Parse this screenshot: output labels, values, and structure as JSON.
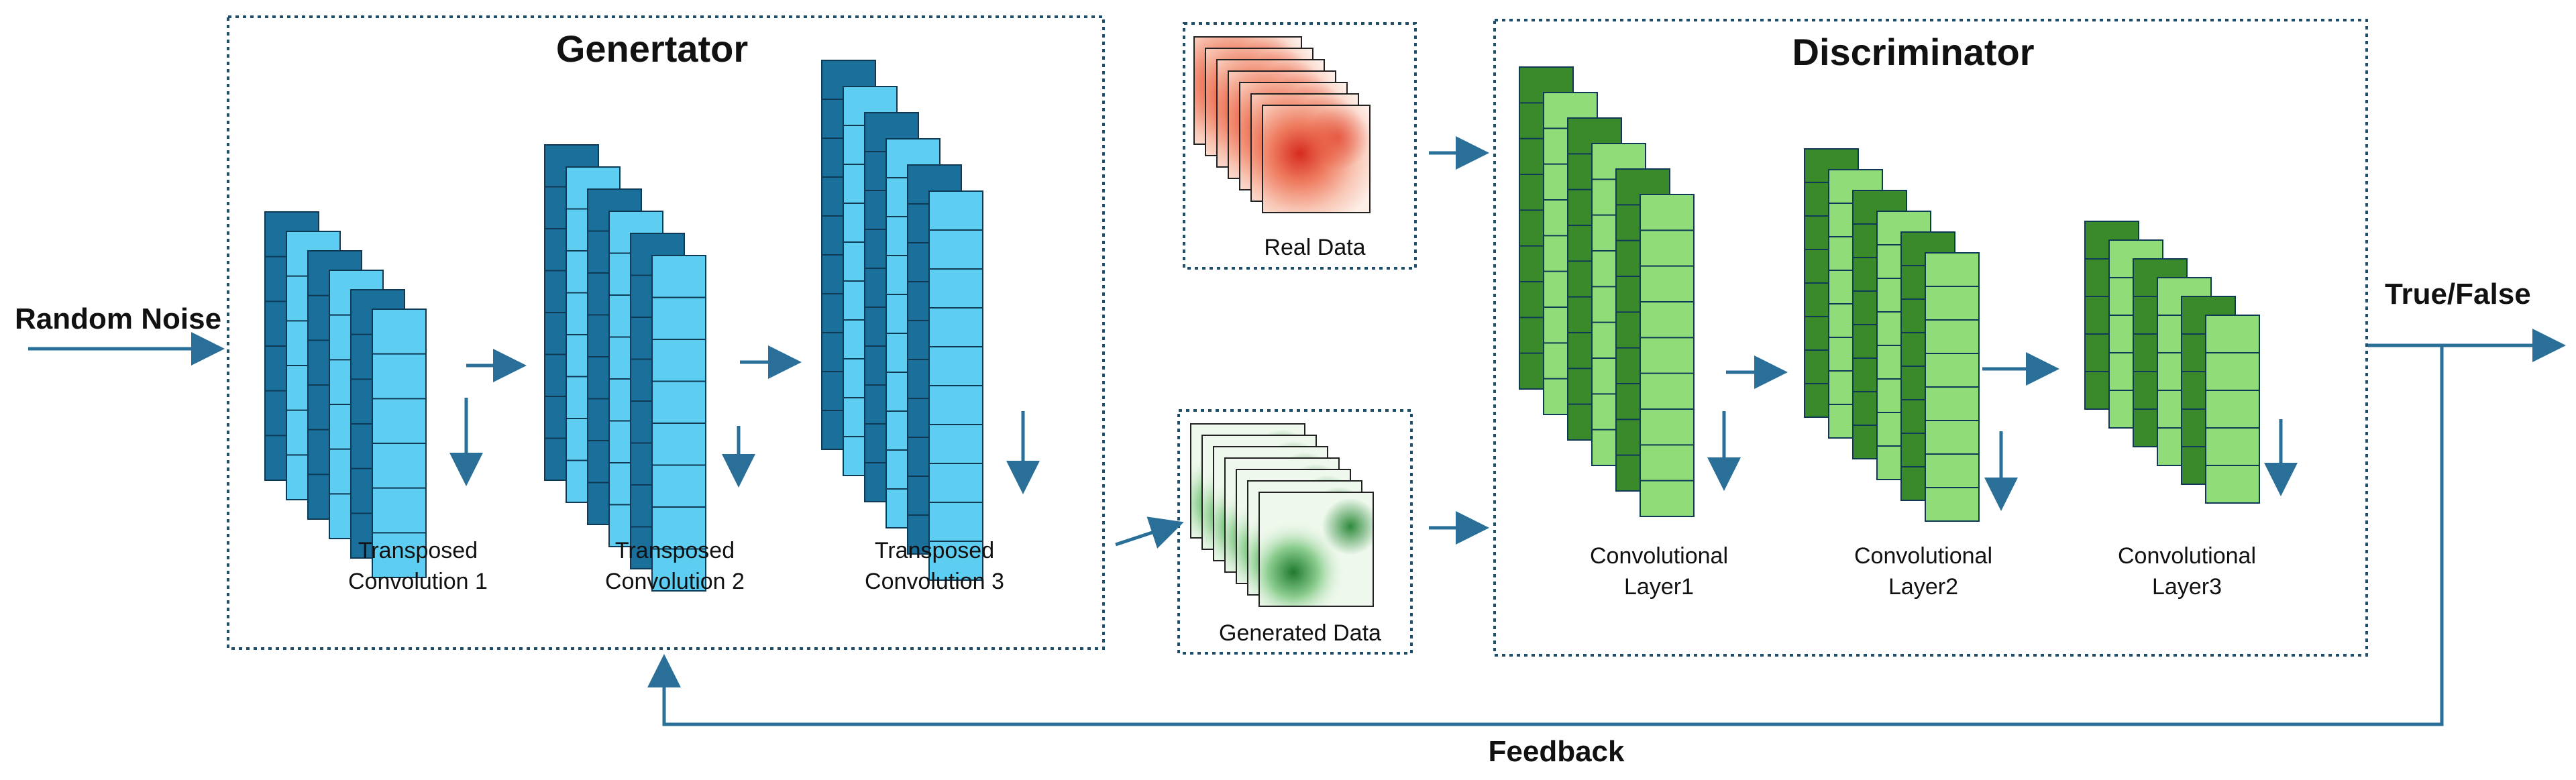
{
  "generator": {
    "title": "Genertator",
    "layers": [
      {
        "line1": "Transposed",
        "line2": "Convolution 1"
      },
      {
        "line1": "Transposed",
        "line2": "Convolution 2"
      },
      {
        "line1": "Transposed",
        "line2": "Convolution 3"
      }
    ]
  },
  "discriminator": {
    "title": "Discriminator",
    "layers": [
      {
        "line1": "Convolutional",
        "line2": "Layer1"
      },
      {
        "line1": "Convolutional",
        "line2": "Layer2"
      },
      {
        "line1": "Convolutional",
        "line2": "Layer3"
      }
    ]
  },
  "input_label": "Random Noise",
  "output_label": "True/False",
  "feedback_label": "Feedback",
  "real_data_label": "Real Data",
  "generated_data_label": "Generated Data",
  "colors": {
    "arrow": "#2a6f97",
    "generator_dark": "#1a6f9b",
    "generator_light": "#5ecdf2",
    "discriminator_dark": "#3a8a2c",
    "discriminator_light": "#8fdc78",
    "real_heatmap": "#d62b1f",
    "generated_heatmap": "#1f7a2e"
  }
}
